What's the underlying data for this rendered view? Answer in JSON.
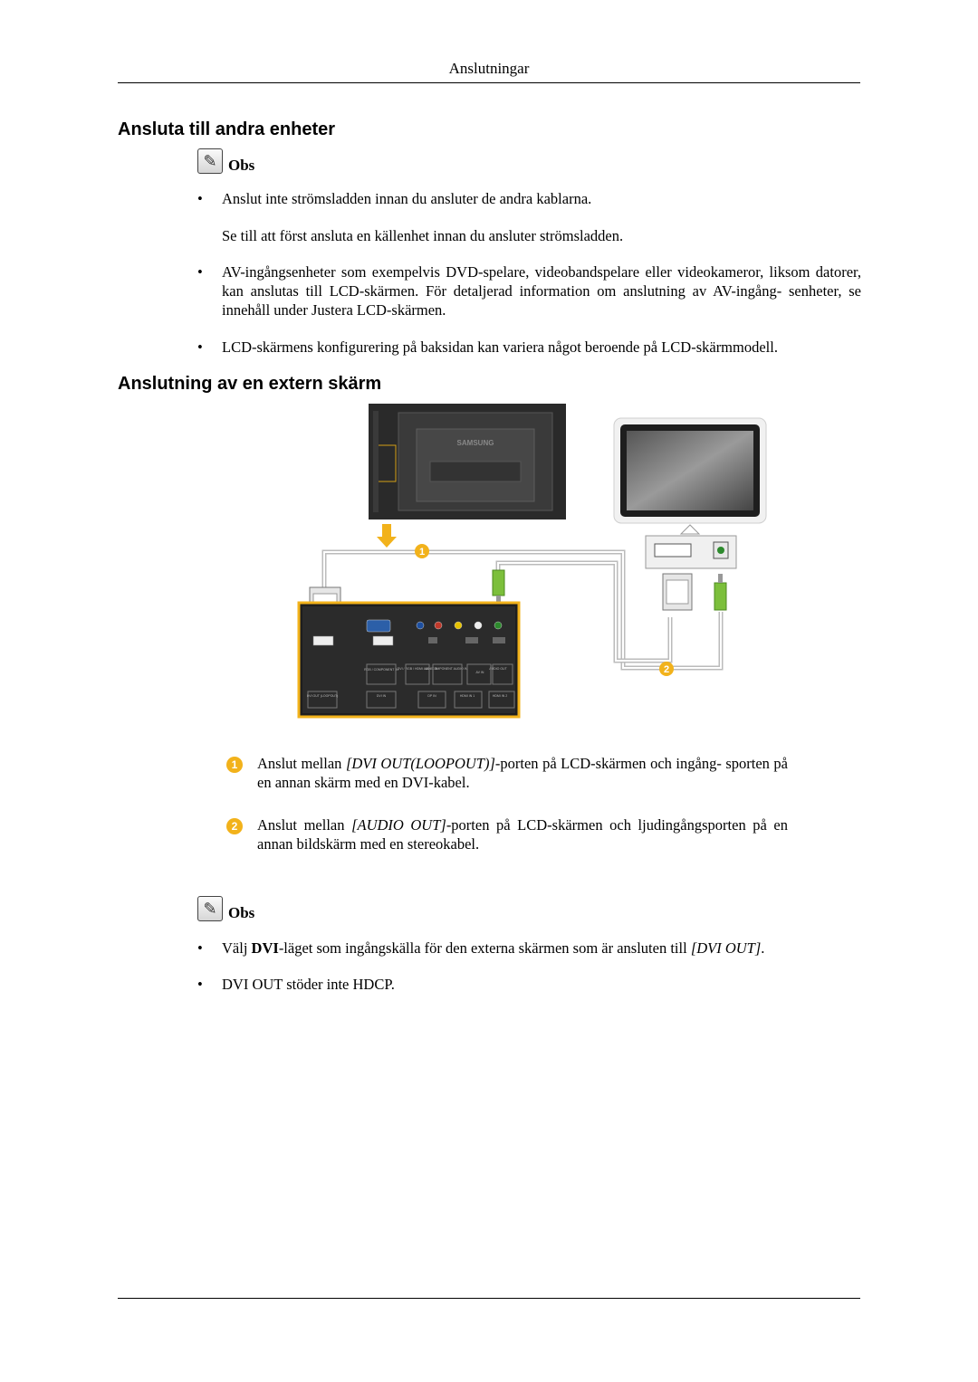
{
  "header": {
    "title": "Anslutningar"
  },
  "section1": {
    "heading": "Ansluta till andra enheter",
    "note_label": "Obs",
    "bullets": [
      "Anslut inte strömsladden innan du ansluter de andra kablarna.",
      "AV-ingångsenheter som exempelvis DVD-spelare, videobandspelare eller videokameror, liksom datorer, kan anslutas till LCD-skärmen. För detaljerad information om anslutning av AV-ingång- senheter, se innehåll under Justera LCD-skärmen.",
      "LCD-skärmens konfigurering på baksidan kan variera något beroende på LCD-skärmmodell."
    ],
    "bullet1_followup": "Se till att först ansluta en källenhet innan du ansluter strömsladden."
  },
  "section2": {
    "heading": "Anslutning av en extern skärm",
    "diagram": {
      "brand": "SAMSUNG",
      "callouts": [
        "1",
        "2"
      ],
      "port_labels": [
        "RGB / COMPONENT IN",
        "DVI / RGB / HDMI AUDIO IN",
        "AV / COMPONENT AUDIO IN",
        "AV IN",
        "AUDIO OUT",
        "DVI OUT (LOOPOUT)",
        "DVI IN",
        "DP IN",
        "HDMI IN 1",
        "HDMI IN 2"
      ]
    },
    "steps": [
      {
        "number": "1",
        "prefix": "Anslut mellan ",
        "port": "[DVI OUT(LOOPOUT)]",
        "suffix": "-porten på LCD-skärmen och ingång- sporten på en annan skärm med en DVI-kabel."
      },
      {
        "number": "2",
        "prefix": "Anslut mellan ",
        "port": "[AUDIO OUT]",
        "suffix": "-porten på LCD-skärmen och ljudingångsporten på en annan bildskärm med en stereokabel."
      }
    ],
    "note_label": "Obs",
    "note_bullets": [
      {
        "prefix": "Välj ",
        "bold": "DVI",
        "middle": "-läget som ingångskälla för den externa skärmen som är ansluten till ",
        "port": "[DVI OUT]",
        "suffix": "."
      },
      {
        "text": "DVI OUT stöder inte HDCP."
      }
    ]
  }
}
